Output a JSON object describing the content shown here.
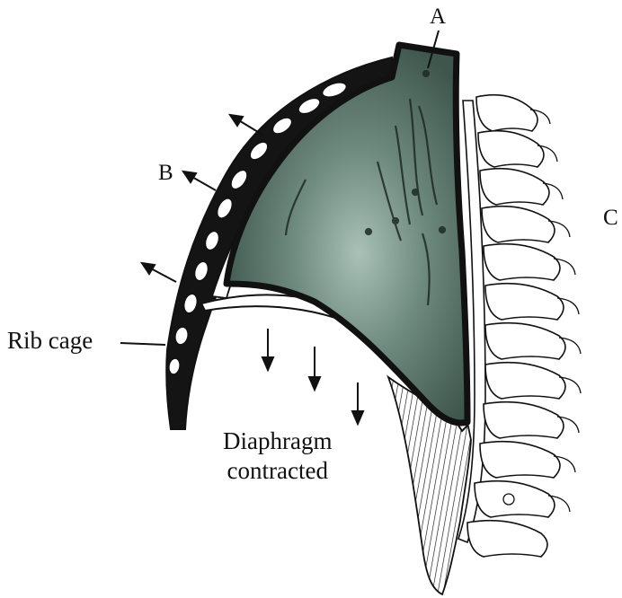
{
  "labels": {
    "a": "A",
    "b": "B",
    "c": "C",
    "rib_cage": "Rib cage",
    "diaphragm_line1": "Diaphragm",
    "diaphragm_line2": "contracted"
  },
  "colors": {
    "lung_fill": "#4f6a60",
    "lung_outline": "#111111",
    "bone_fill": "#ffffff",
    "ink": "#111111"
  }
}
